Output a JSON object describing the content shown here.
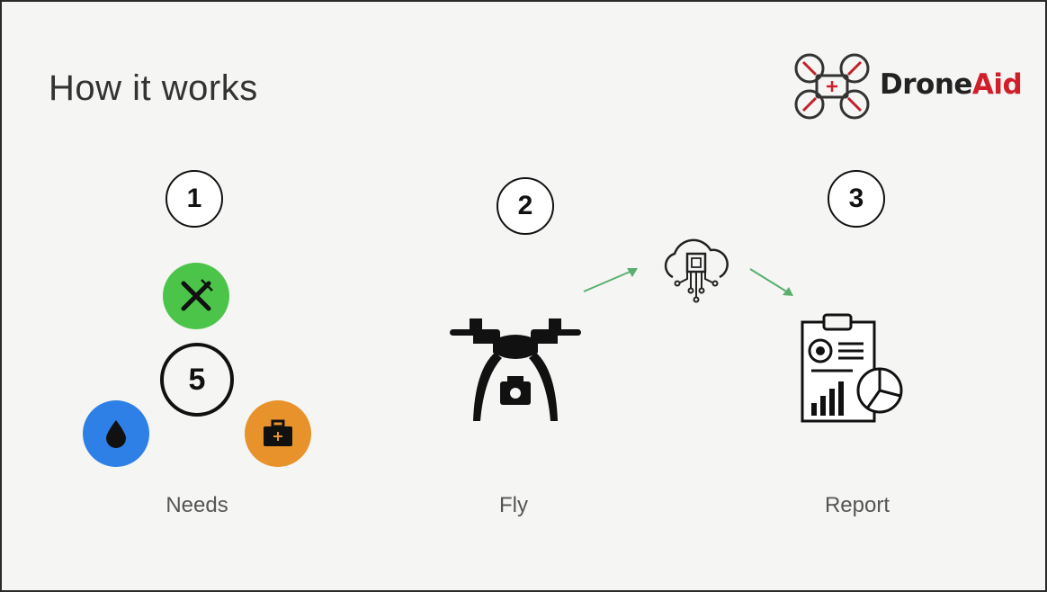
{
  "slide": {
    "title": "How it works",
    "logo": {
      "text_part1": "Drone",
      "text_part2": "Aid",
      "brand_color": "#d11f2a"
    },
    "steps": [
      {
        "number": "1",
        "label": "Needs"
      },
      {
        "number": "2",
        "label": "Fly"
      },
      {
        "number": "3",
        "label": "Report"
      }
    ],
    "needs": {
      "count": "5",
      "colors": {
        "food": "#4cc44a",
        "water": "#2f80e6",
        "medical": "#e8922c"
      }
    },
    "arrow_color": "#5aae6e"
  }
}
